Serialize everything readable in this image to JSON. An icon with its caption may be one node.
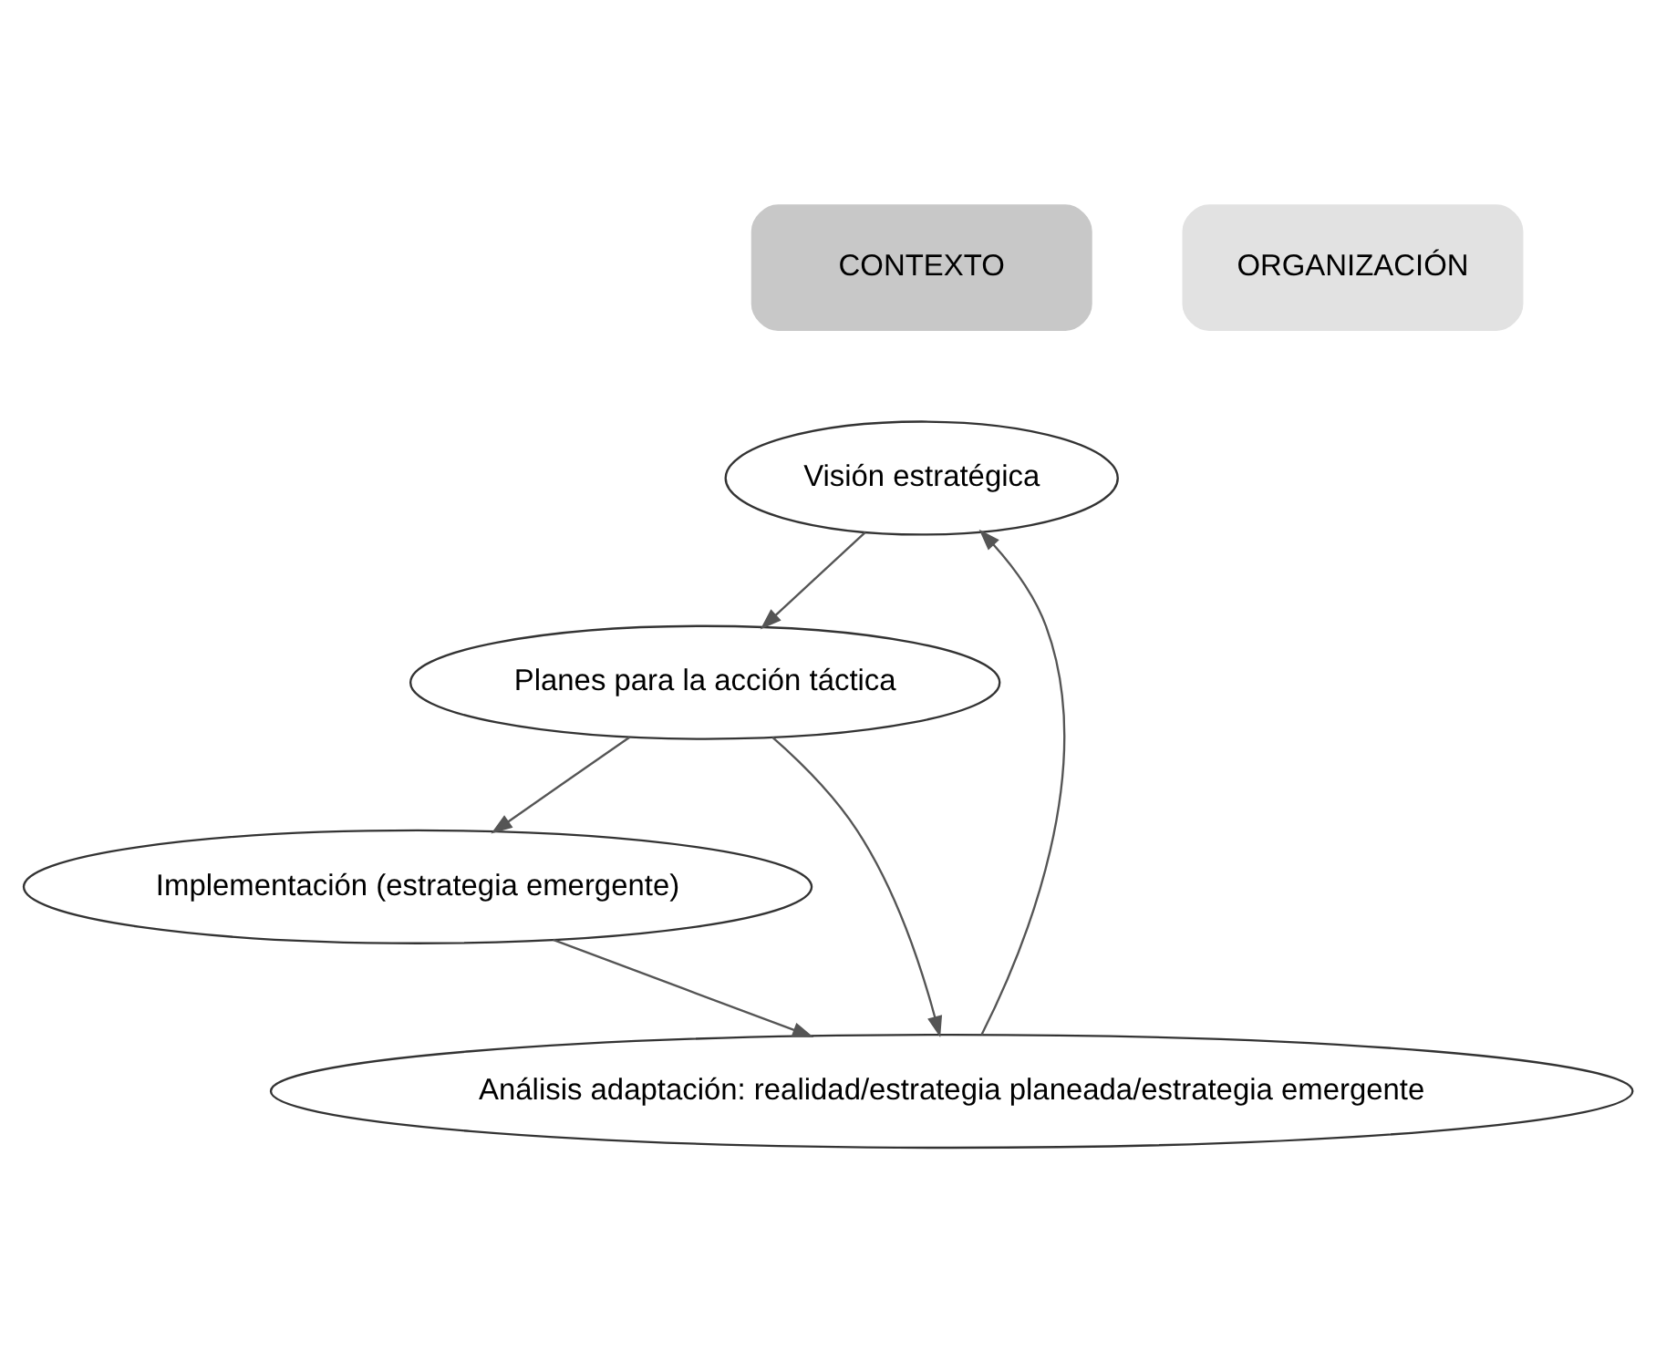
{
  "diagram": {
    "nodes": [
      {
        "text": [
          "CONTEXTO"
        ]
      },
      {
        "text": [
          "ORGANIZACIÓN"
        ]
      },
      {
        "text": [
          "Visión estratégica"
        ]
      },
      {
        "text": [
          "Planes para la acción táctica"
        ]
      },
      {
        "text": [
          "Implementación (estrategia emergente)"
        ]
      },
      {
        "text": [
          "Análisis adaptación: realidad/estrategia planeada/estrategia emergente"
        ]
      }
    ],
    "edges": [
      {
        "from": 2,
        "to": 3,
        "arrow": "to"
      },
      {
        "from": 3,
        "to": 4,
        "arrow": "to"
      },
      {
        "from": 3,
        "to": 5,
        "arrow": "to"
      },
      {
        "from": 4,
        "to": 5,
        "arrow": "to"
      },
      {
        "from": 5,
        "to": 2,
        "arrow": "to"
      }
    ]
  }
}
